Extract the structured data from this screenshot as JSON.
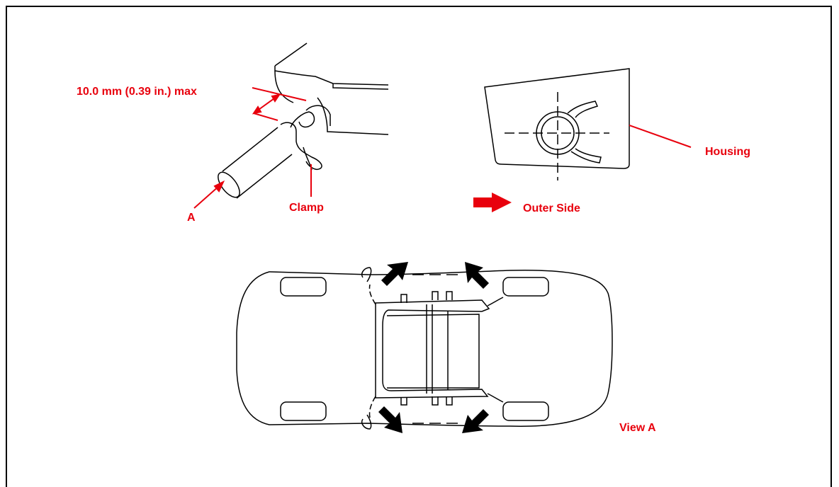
{
  "labels": {
    "dimension": "10.0 mm (0.39 in.) max",
    "hose_pointer": "A",
    "clamp": "Clamp",
    "housing": "Housing",
    "outer_side": "Outer Side",
    "view": "View A"
  },
  "colors": {
    "label_red": "#e8000d",
    "line_black": "#000000",
    "arrow_black": "#000000",
    "background": "#ffffff"
  }
}
